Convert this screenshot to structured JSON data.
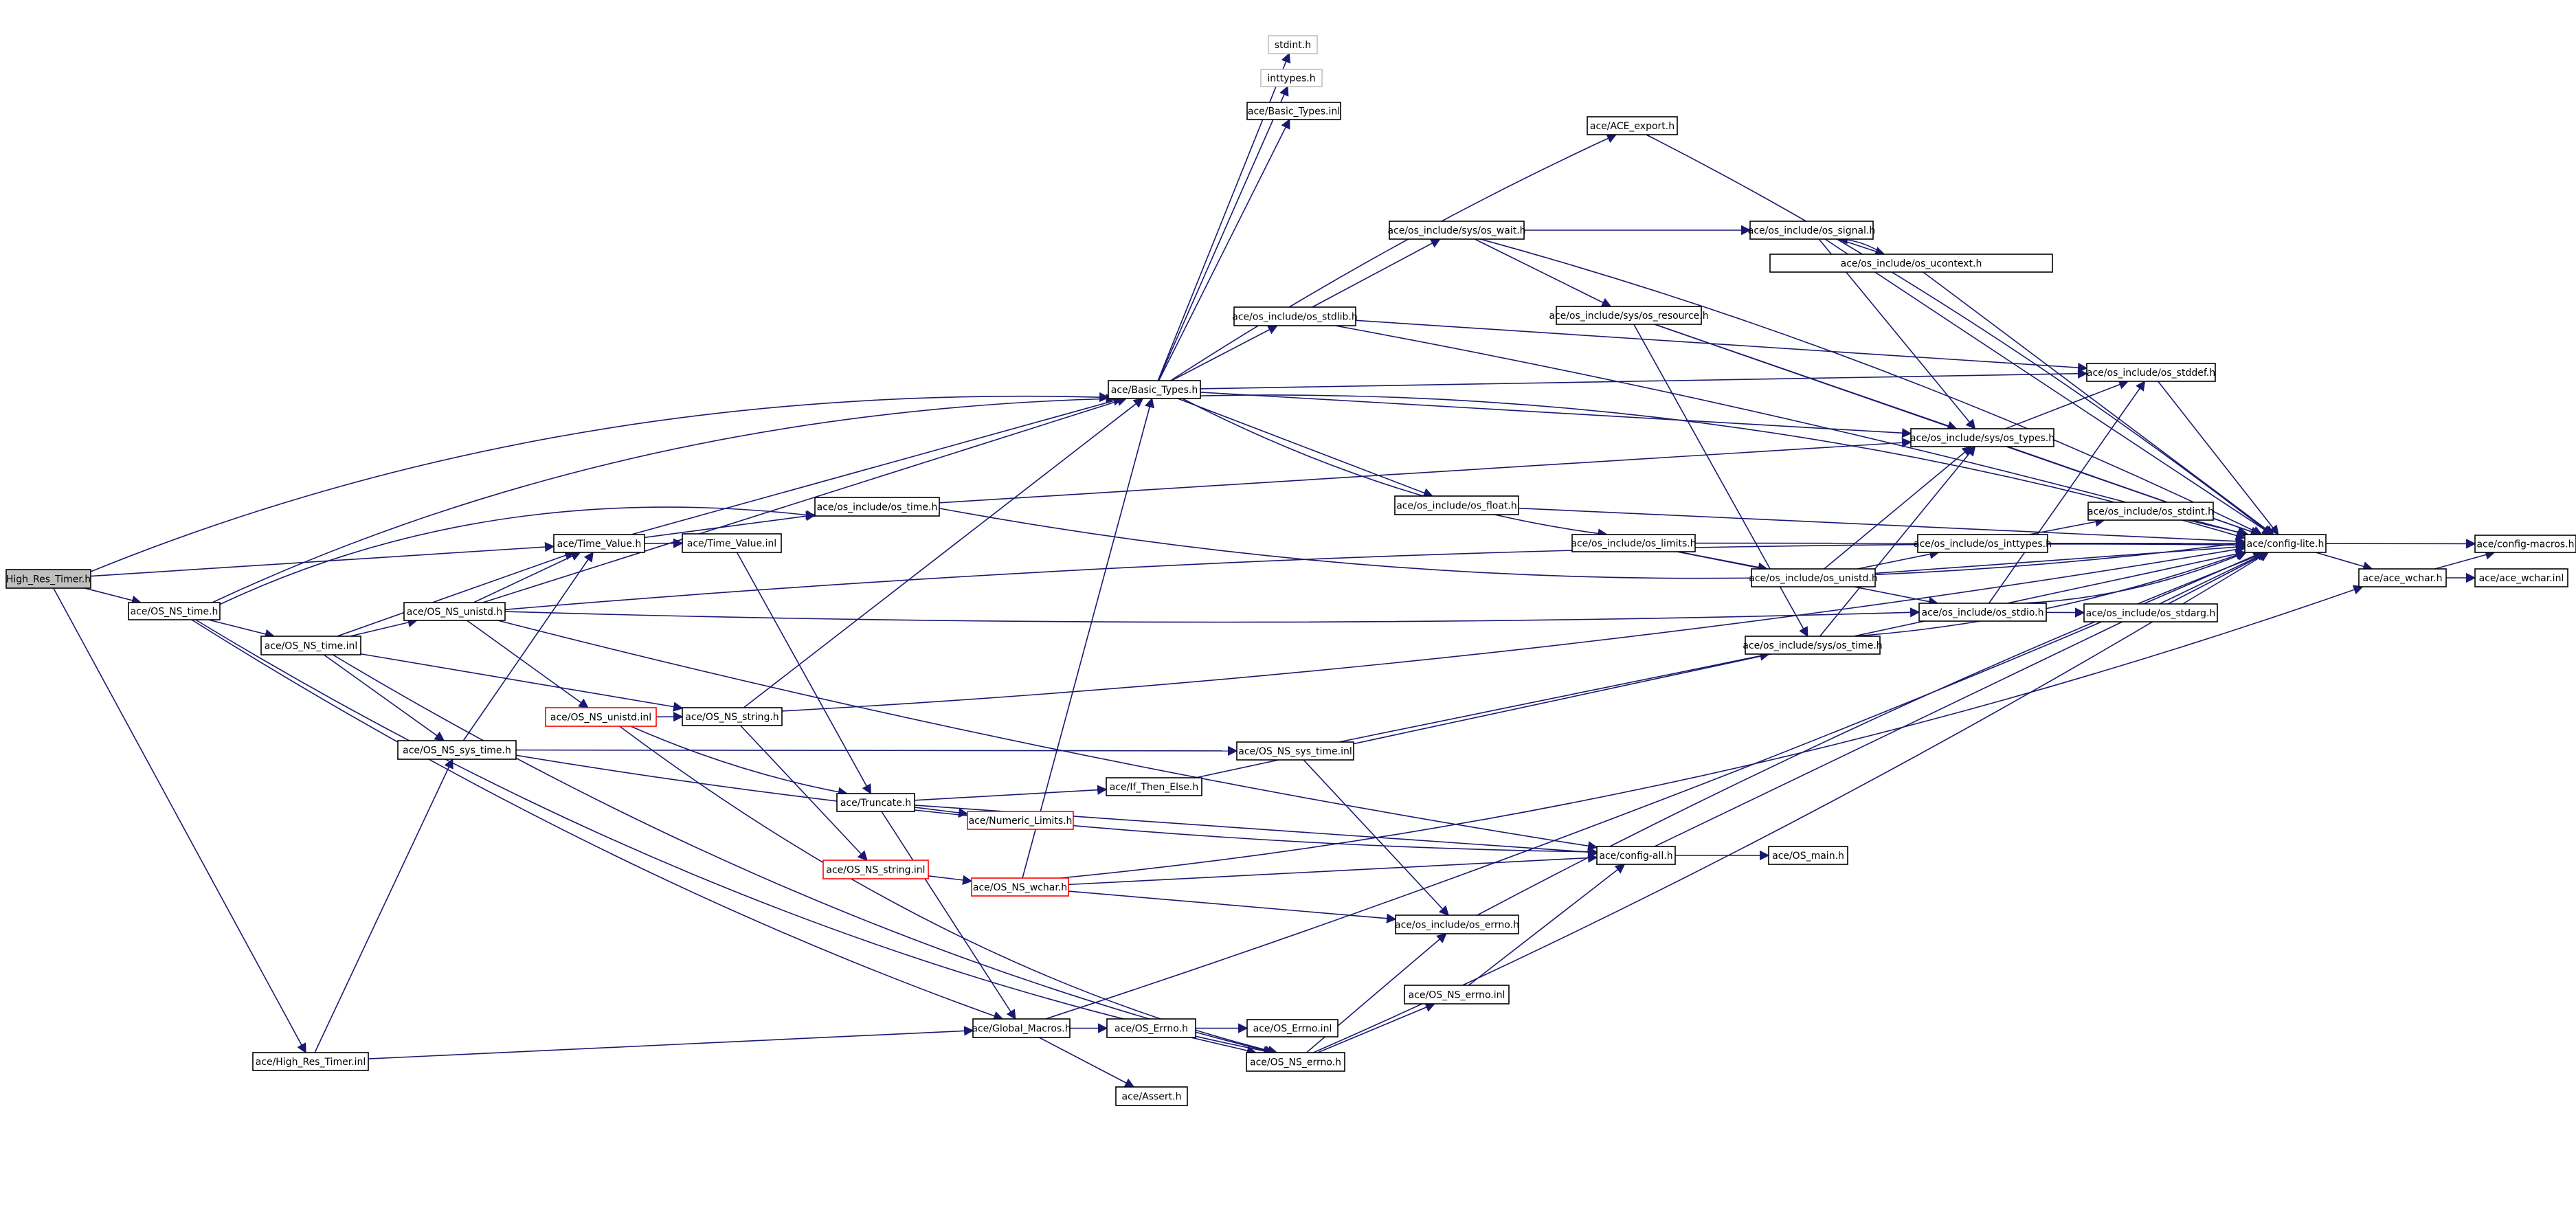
{
  "graph": {
    "edge_color": "#191970",
    "nodes": [
      {
        "id": "root",
        "label": "High_Res_Timer.h",
        "style": "root"
      },
      {
        "id": "os_ns_time_h",
        "label": "ace/OS_NS_time.h",
        "style": "normal"
      },
      {
        "id": "os_ns_time_inl",
        "label": "ace/OS_NS_time.inl",
        "style": "normal"
      },
      {
        "id": "os_ns_unistd_h",
        "label": "ace/OS_NS_unistd.h",
        "style": "normal"
      },
      {
        "id": "os_ns_sys_time_h",
        "label": "ace/OS_NS_sys_time.h",
        "style": "normal"
      },
      {
        "id": "high_res_timer_inl",
        "label": "ace/High_Res_Timer.inl",
        "style": "normal"
      },
      {
        "id": "time_value_h",
        "label": "ace/Time_Value.h",
        "style": "normal"
      },
      {
        "id": "time_value_inl",
        "label": "ace/Time_Value.inl",
        "style": "normal"
      },
      {
        "id": "os_include_os_time_h",
        "label": "ace/os_include/os_time.h",
        "style": "normal"
      },
      {
        "id": "os_ns_unistd_inl",
        "label": "ace/OS_NS_unistd.inl",
        "style": "red"
      },
      {
        "id": "os_ns_string_h",
        "label": "ace/OS_NS_string.h",
        "style": "normal"
      },
      {
        "id": "truncate_h",
        "label": "ace/Truncate.h",
        "style": "normal"
      },
      {
        "id": "numeric_limits_h",
        "label": "ace/Numeric_Limits.h",
        "style": "red"
      },
      {
        "id": "if_then_else_h",
        "label": "ace/If_Then_Else.h",
        "style": "normal"
      },
      {
        "id": "os_ns_string_inl",
        "label": "ace/OS_NS_string.inl",
        "style": "red"
      },
      {
        "id": "os_ns_wchar_h",
        "label": "ace/OS_NS_wchar.h",
        "style": "red"
      },
      {
        "id": "global_macros_h",
        "label": "ace/Global_Macros.h",
        "style": "normal"
      },
      {
        "id": "os_errno_h",
        "label": "ace/OS_Errno.h",
        "style": "normal"
      },
      {
        "id": "os_errno_inl",
        "label": "ace/OS_Errno.inl",
        "style": "normal"
      },
      {
        "id": "assert_h",
        "label": "ace/Assert.h",
        "style": "normal"
      },
      {
        "id": "os_ns_errno_h",
        "label": "ace/OS_NS_errno.h",
        "style": "normal"
      },
      {
        "id": "os_ns_errno_inl",
        "label": "ace/OS_NS_errno.inl",
        "style": "normal"
      },
      {
        "id": "basic_types_h",
        "label": "ace/Basic_Types.h",
        "style": "normal"
      },
      {
        "id": "stdint_h",
        "label": "stdint.h",
        "style": "grey"
      },
      {
        "id": "inttypes_h",
        "label": "inttypes.h",
        "style": "grey"
      },
      {
        "id": "basic_types_inl",
        "label": "ace/Basic_Types.inl",
        "style": "normal"
      },
      {
        "id": "ace_export_h",
        "label": "ace/ACE_export.h",
        "style": "normal"
      },
      {
        "id": "os_stdlib_h",
        "label": "ace/os_include/os_stdlib.h",
        "style": "normal"
      },
      {
        "id": "sys_os_wait_h",
        "label": "ace/os_include/sys/os_wait.h",
        "style": "normal"
      },
      {
        "id": "sys_os_resource_h",
        "label": "ace/os_include/sys/os_resource.h",
        "style": "normal"
      },
      {
        "id": "os_float_h",
        "label": "ace/os_include/os_float.h",
        "style": "normal"
      },
      {
        "id": "os_limits_h",
        "label": "ace/os_include/os_limits.h",
        "style": "normal"
      },
      {
        "id": "os_ns_sys_time_inl",
        "label": "ace/OS_NS_sys_time.inl",
        "style": "normal"
      },
      {
        "id": "config_all_h",
        "label": "ace/config-all.h",
        "style": "normal"
      },
      {
        "id": "os_main_h",
        "label": "ace/OS_main.h",
        "style": "normal"
      },
      {
        "id": "os_errno_inc_h",
        "label": "ace/os_include/os_errno.h",
        "style": "normal"
      },
      {
        "id": "os_signal_h",
        "label": "ace/os_include/os_signal.h",
        "style": "normal"
      },
      {
        "id": "os_ucontext_h",
        "label": "ace/os_include/os_ucontext.h",
        "style": "normal"
      },
      {
        "id": "sys_os_types_h",
        "label": "ace/os_include/sys/os_types.h",
        "style": "normal"
      },
      {
        "id": "os_unistd_h",
        "label": "ace/os_include/os_unistd.h",
        "style": "normal"
      },
      {
        "id": "sys_os_time_h",
        "label": "ace/os_include/sys/os_time.h",
        "style": "normal"
      },
      {
        "id": "os_inttypes_h",
        "label": "ace/os_include/os_inttypes.h",
        "style": "normal"
      },
      {
        "id": "os_stdio_h",
        "label": "ace/os_include/os_stdio.h",
        "style": "normal"
      },
      {
        "id": "os_stddef_h",
        "label": "ace/os_include/os_stddef.h",
        "style": "normal"
      },
      {
        "id": "os_stdint_h",
        "label": "ace/os_include/os_stdint.h",
        "style": "normal"
      },
      {
        "id": "os_stdarg_h",
        "label": "ace/os_include/os_stdarg.h",
        "style": "normal"
      },
      {
        "id": "config_lite_h",
        "label": "ace/config-lite.h",
        "style": "normal"
      },
      {
        "id": "config_macros_h",
        "label": "ace/config-macros.h",
        "style": "normal"
      },
      {
        "id": "ace_wchar_h",
        "label": "ace/ace_wchar.h",
        "style": "normal"
      },
      {
        "id": "ace_wchar_inl",
        "label": "ace/ace_wchar.inl",
        "style": "normal"
      }
    ],
    "edges": [
      [
        "root",
        "basic_types_h"
      ],
      [
        "root",
        "time_value_h"
      ],
      [
        "root",
        "os_ns_time_h"
      ],
      [
        "root",
        "high_res_timer_inl"
      ],
      [
        "os_ns_time_h",
        "basic_types_h"
      ],
      [
        "os_ns_time_h",
        "os_include_os_time_h"
      ],
      [
        "os_ns_time_h",
        "os_ns_time_inl"
      ],
      [
        "os_ns_time_h",
        "global_macros_h"
      ],
      [
        "os_ns_time_h",
        "os_ns_errno_h"
      ],
      [
        "os_ns_time_inl",
        "time_value_h"
      ],
      [
        "os_ns_time_inl",
        "os_ns_unistd_h"
      ],
      [
        "os_ns_time_inl",
        "os_ns_string_h"
      ],
      [
        "os_ns_time_inl",
        "os_ns_sys_time_h"
      ],
      [
        "os_ns_time_inl",
        "os_ns_errno_h"
      ],
      [
        "os_ns_unistd_h",
        "basic_types_h"
      ],
      [
        "os_ns_unistd_h",
        "time_value_h"
      ],
      [
        "os_ns_unistd_h",
        "os_ns_unistd_inl"
      ],
      [
        "os_ns_unistd_h",
        "config_all_h"
      ],
      [
        "os_ns_unistd_h",
        "os_stdio_h"
      ],
      [
        "os_ns_unistd_h",
        "config_lite_h"
      ],
      [
        "os_ns_sys_time_h",
        "time_value_h"
      ],
      [
        "os_ns_sys_time_h",
        "os_ns_sys_time_inl"
      ],
      [
        "os_ns_sys_time_h",
        "config_all_h"
      ],
      [
        "high_res_timer_inl",
        "os_ns_sys_time_h"
      ],
      [
        "high_res_timer_inl",
        "global_macros_h"
      ],
      [
        "time_value_h",
        "time_value_inl"
      ],
      [
        "time_value_h",
        "os_include_os_time_h"
      ],
      [
        "time_value_h",
        "basic_types_h"
      ],
      [
        "time_value_inl",
        "truncate_h"
      ],
      [
        "os_include_os_time_h",
        "sys_os_types_h"
      ],
      [
        "os_include_os_time_h",
        "config_lite_h"
      ],
      [
        "os_ns_unistd_inl",
        "os_ns_string_h"
      ],
      [
        "os_ns_unistd_inl",
        "truncate_h"
      ],
      [
        "os_ns_unistd_inl",
        "os_ns_errno_h"
      ],
      [
        "os_ns_string_h",
        "basic_types_h"
      ],
      [
        "os_ns_string_h",
        "os_ns_string_inl"
      ],
      [
        "os_ns_string_h",
        "config_lite_h"
      ],
      [
        "truncate_h",
        "numeric_limits_h"
      ],
      [
        "truncate_h",
        "if_then_else_h"
      ],
      [
        "truncate_h",
        "config_all_h"
      ],
      [
        "truncate_h",
        "global_macros_h"
      ],
      [
        "if_then_else_h",
        "config_lite_h"
      ],
      [
        "os_ns_string_inl",
        "os_ns_wchar_h"
      ],
      [
        "os_ns_wchar_h",
        "basic_types_h"
      ],
      [
        "os_ns_wchar_h",
        "config_all_h"
      ],
      [
        "os_ns_wchar_h",
        "os_errno_inc_h"
      ],
      [
        "os_ns_wchar_h",
        "ace_wchar_h"
      ],
      [
        "global_macros_h",
        "config_lite_h"
      ],
      [
        "global_macros_h",
        "os_errno_h"
      ],
      [
        "global_macros_h",
        "assert_h"
      ],
      [
        "os_errno_h",
        "os_errno_inl"
      ],
      [
        "os_errno_h",
        "os_ns_errno_h"
      ],
      [
        "os_ns_errno_h",
        "os_errno_inc_h"
      ],
      [
        "os_ns_errno_h",
        "os_ns_errno_inl"
      ],
      [
        "os_ns_errno_h",
        "config_lite_h"
      ],
      [
        "os_ns_errno_inl",
        "config_all_h"
      ],
      [
        "basic_types_h",
        "stdint_h"
      ],
      [
        "basic_types_h",
        "inttypes_h"
      ],
      [
        "basic_types_h",
        "basic_types_inl"
      ],
      [
        "basic_types_h",
        "ace_export_h"
      ],
      [
        "basic_types_h",
        "os_stdlib_h"
      ],
      [
        "basic_types_h",
        "os_stddef_h"
      ],
      [
        "basic_types_h",
        "sys_os_types_h"
      ],
      [
        "basic_types_h",
        "os_float_h"
      ],
      [
        "basic_types_h",
        "os_limits_h"
      ],
      [
        "basic_types_h",
        "config_lite_h"
      ],
      [
        "ace_export_h",
        "config_lite_h"
      ],
      [
        "os_stdlib_h",
        "sys_os_wait_h"
      ],
      [
        "os_stdlib_h",
        "os_stddef_h"
      ],
      [
        "os_stdlib_h",
        "config_lite_h"
      ],
      [
        "sys_os_wait_h",
        "os_signal_h"
      ],
      [
        "sys_os_wait_h",
        "sys_os_resource_h"
      ],
      [
        "sys_os_wait_h",
        "config_lite_h"
      ],
      [
        "sys_os_resource_h",
        "sys_os_types_h"
      ],
      [
        "sys_os_resource_h",
        "sys_os_time_h"
      ],
      [
        "sys_os_resource_h",
        "config_lite_h"
      ],
      [
        "os_float_h",
        "config_lite_h"
      ],
      [
        "os_limits_h",
        "os_unistd_h"
      ],
      [
        "os_limits_h",
        "os_stdio_h"
      ],
      [
        "os_limits_h",
        "config_lite_h"
      ],
      [
        "os_ns_sys_time_inl",
        "sys_os_time_h"
      ],
      [
        "os_ns_sys_time_inl",
        "os_errno_inc_h"
      ],
      [
        "config_all_h",
        "os_main_h"
      ],
      [
        "config_all_h",
        "config_lite_h"
      ],
      [
        "os_errno_inc_h",
        "config_lite_h"
      ],
      [
        "os_signal_h",
        "os_ucontext_h"
      ],
      [
        "os_signal_h",
        "sys_os_types_h"
      ],
      [
        "os_signal_h",
        "config_lite_h"
      ],
      [
        "os_ucontext_h",
        "os_signal_h"
      ],
      [
        "os_ucontext_h",
        "config_lite_h"
      ],
      [
        "sys_os_types_h",
        "os_stddef_h"
      ],
      [
        "sys_os_types_h",
        "config_lite_h"
      ],
      [
        "os_unistd_h",
        "sys_os_types_h"
      ],
      [
        "os_unistd_h",
        "os_inttypes_h"
      ],
      [
        "os_unistd_h",
        "config_lite_h"
      ],
      [
        "sys_os_time_h",
        "sys_os_types_h"
      ],
      [
        "sys_os_time_h",
        "config_lite_h"
      ],
      [
        "os_inttypes_h",
        "os_stdint_h"
      ],
      [
        "os_inttypes_h",
        "config_lite_h"
      ],
      [
        "os_stdio_h",
        "os_stddef_h"
      ],
      [
        "os_stdio_h",
        "os_stdarg_h"
      ],
      [
        "os_stdio_h",
        "config_lite_h"
      ],
      [
        "os_stddef_h",
        "config_lite_h"
      ],
      [
        "os_stdint_h",
        "config_lite_h"
      ],
      [
        "os_stdarg_h",
        "config_lite_h"
      ],
      [
        "config_lite_h",
        "config_macros_h"
      ],
      [
        "config_lite_h",
        "ace_wchar_h"
      ],
      [
        "ace_wchar_h",
        "ace_wchar_inl"
      ],
      [
        "ace_wchar_h",
        "config_macros_h"
      ]
    ]
  }
}
